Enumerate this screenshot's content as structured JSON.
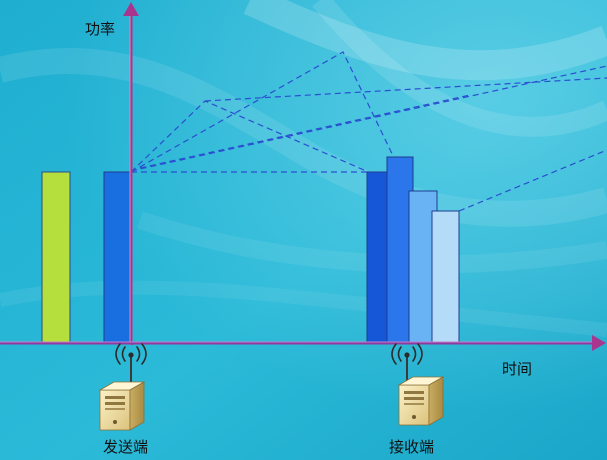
{
  "labels": {
    "power_axis": "功率",
    "time_axis": "时间",
    "sender": "发送端",
    "receiver": "接收端"
  },
  "icons": {
    "sender_server": "server-icon",
    "sender_antenna": "antenna-signal-icon",
    "receiver_server": "server-icon",
    "receiver_antenna": "antenna-signal-icon"
  },
  "colors": {
    "background": "#22b3d3",
    "axis": "#a8368e",
    "reference_pulse": "#b5df3c",
    "transmitted_pulse": "#1a6fe0",
    "path_lines": "#2a4fd0",
    "received_pulses": [
      "#1657d8",
      "#2a76ea",
      "#69b3f4",
      "#b4dcf8"
    ]
  }
}
